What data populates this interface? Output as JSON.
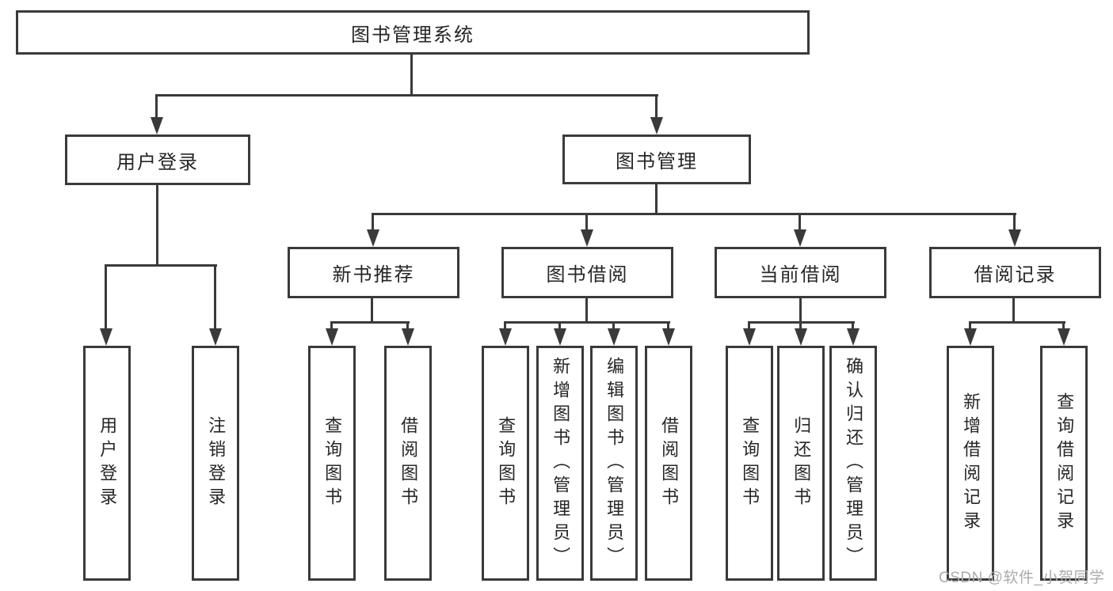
{
  "tree": {
    "root": {
      "label": "图书管理系统"
    },
    "branches": [
      {
        "label": "用户登录",
        "children": [
          {
            "label": "用户登录"
          },
          {
            "label": "注销登录"
          }
        ]
      },
      {
        "label": "图书管理",
        "groups": [
          {
            "label": "新书推荐",
            "children": [
              {
                "label": "查询图书"
              },
              {
                "label": "借阅图书"
              }
            ]
          },
          {
            "label": "图书借阅",
            "children": [
              {
                "label": "查询图书"
              },
              {
                "label": "新增图书（管理员）"
              },
              {
                "label": "编辑图书（管理员）"
              },
              {
                "label": "借阅图书"
              }
            ]
          },
          {
            "label": "当前借阅",
            "children": [
              {
                "label": "查询图书"
              },
              {
                "label": "归还图书"
              },
              {
                "label": "确认归还（管理员）"
              }
            ]
          },
          {
            "label": "借阅记录",
            "children": [
              {
                "label": "新增借阅记录"
              },
              {
                "label": "查询借阅记录"
              }
            ]
          }
        ]
      }
    ]
  },
  "watermark": {
    "text": "CSDN @软件_小贺同学"
  },
  "colors": {
    "line": "#3a3a3a",
    "text": "#262626",
    "background": "#ffffff",
    "watermark": "#ababab"
  }
}
